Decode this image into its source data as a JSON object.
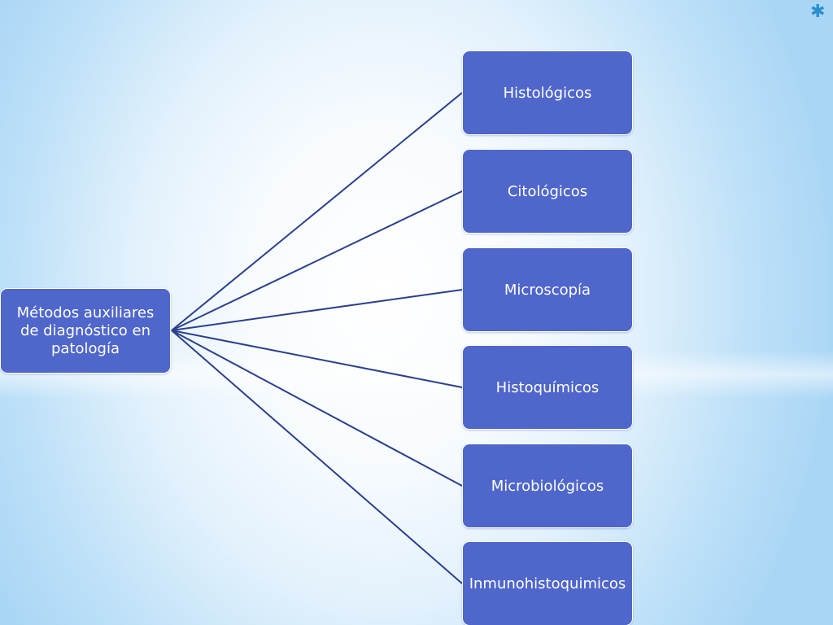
{
  "diagram": {
    "root": {
      "label": "Métodos auxiliares de diagnóstico en patología"
    },
    "children": [
      {
        "label": "Histológicos"
      },
      {
        "label": "Citológicos"
      },
      {
        "label": "Microscopía"
      },
      {
        "label": "Histoquímicos"
      },
      {
        "label": "Microbiológicos"
      },
      {
        "label": "Inmunohistoquimicos"
      }
    ]
  },
  "colors": {
    "node_fill": "#4f66cb",
    "node_text": "#ffffff",
    "connector": "#2b3f8c",
    "accent_star": "#2a8fd0"
  },
  "icons": {
    "corner": "star-icon"
  }
}
